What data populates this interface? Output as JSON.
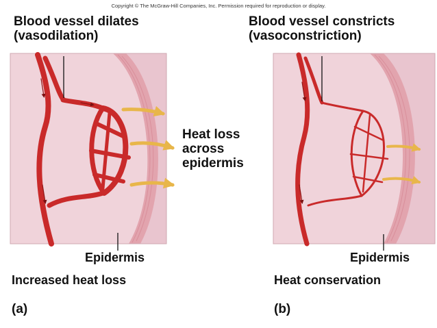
{
  "copyright": "Copyright © The McGraw-Hill Companies, Inc. Permission required for reproduction or display.",
  "panel_a": {
    "title_line1": "Blood vessel dilates",
    "title_line2": "(vasodilation)",
    "heat_line1": "Heat loss",
    "heat_line2": "across",
    "heat_line3": "epidermis",
    "epidermis_label": "Epidermis",
    "caption": "Increased heat loss",
    "panel_letter": "(a)"
  },
  "panel_b": {
    "title_line1": "Blood vessel constricts",
    "title_line2": "(vasoconstriction)",
    "epidermis_label": "Epidermis",
    "caption": "Heat conservation",
    "panel_letter": "(b)"
  },
  "colors": {
    "dermis": "#ecc9d2",
    "epidermis": "#e2a6b0",
    "vessel": "#c92a2a",
    "vessel_dark": "#8e1414",
    "heat_arrow": "#e8b64a"
  }
}
